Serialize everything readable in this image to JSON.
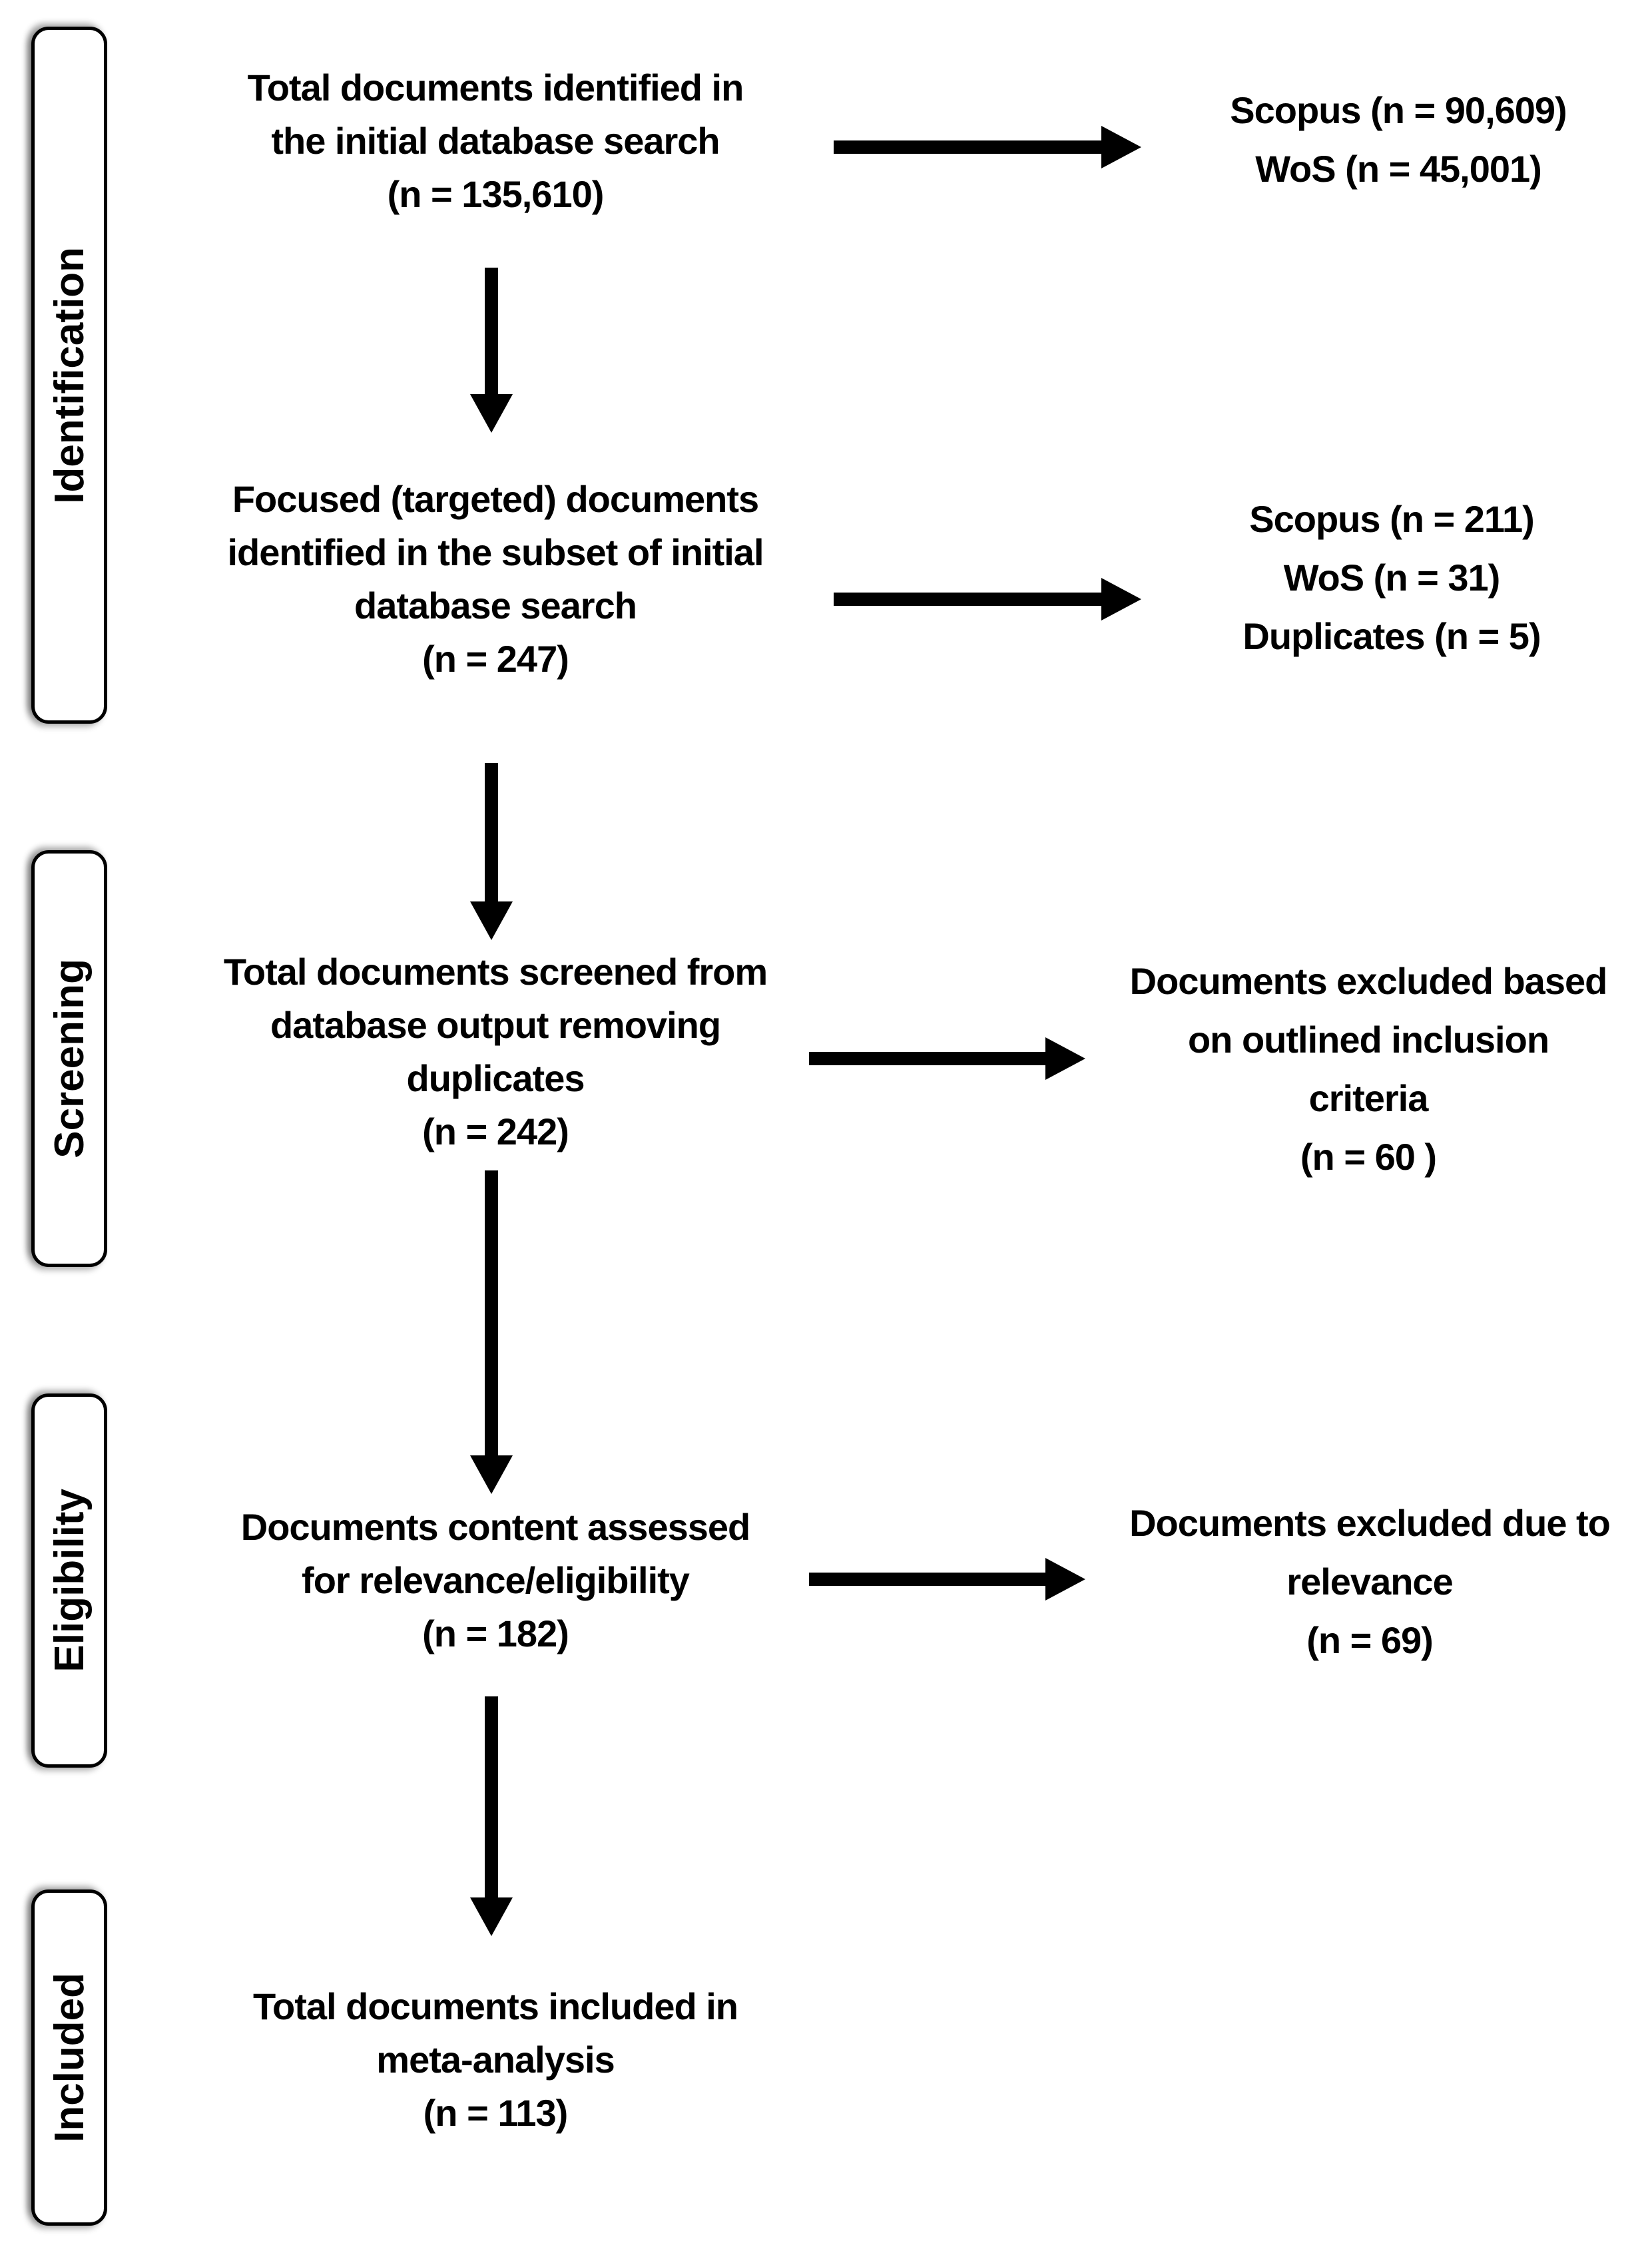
{
  "colors": {
    "ink": "#000000",
    "background": "#ffffff"
  },
  "diagram": {
    "stages": [
      {
        "label": "Identification"
      },
      {
        "label": "Screening"
      },
      {
        "label": "Eligibility"
      },
      {
        "label": "Included"
      }
    ],
    "main_boxes": [
      {
        "lines": [
          "Total documents identified in",
          "the initial database search",
          "(n = 135,610)"
        ]
      },
      {
        "lines": [
          "Focused (targeted) documents",
          "identified in the subset of initial",
          "database search",
          "(n = 247)"
        ]
      },
      {
        "lines": [
          "Total documents screened from",
          "database output removing",
          "duplicates",
          "(n = 242)"
        ]
      },
      {
        "lines": [
          "Documents content assessed",
          "for relevance/eligibility",
          "(n = 182)"
        ]
      },
      {
        "lines": [
          "Total documents included in",
          "meta-analysis",
          "(n = 113)"
        ]
      }
    ],
    "side_notes": [
      {
        "lines": [
          "Scopus (n = 90,609)",
          "WoS (n = 45,001)"
        ]
      },
      {
        "lines": [
          "Scopus (n = 211)",
          "WoS (n = 31)",
          "Duplicates (n = 5)"
        ]
      },
      {
        "lines": [
          "Documents excluded based",
          "on outlined inclusion",
          "criteria",
          "(n = 60 )"
        ]
      },
      {
        "lines": [
          "Documents excluded due to",
          "relevance",
          "(n = 69)"
        ]
      }
    ]
  }
}
